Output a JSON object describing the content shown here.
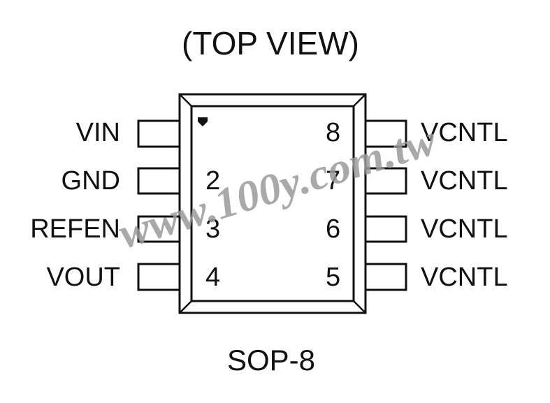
{
  "title": "(TOP VIEW)",
  "package": "SOP-8",
  "watermark": "www.100y.com.tw",
  "left_pins": [
    {
      "number": "1",
      "label": "VIN",
      "number_visible": false
    },
    {
      "number": "2",
      "label": "GND",
      "number_visible": true
    },
    {
      "number": "3",
      "label": "REFEN",
      "number_visible": true
    },
    {
      "number": "4",
      "label": "VOUT",
      "number_visible": true
    }
  ],
  "right_pins": [
    {
      "number": "8",
      "label": "VCNTL"
    },
    {
      "number": "7",
      "label": "VCNTL"
    },
    {
      "number": "6",
      "label": "VCNTL"
    },
    {
      "number": "5",
      "label": "VCNTL"
    }
  ],
  "colors": {
    "line": "#111111",
    "watermark": "#9a9a9a",
    "background": "#ffffff"
  }
}
